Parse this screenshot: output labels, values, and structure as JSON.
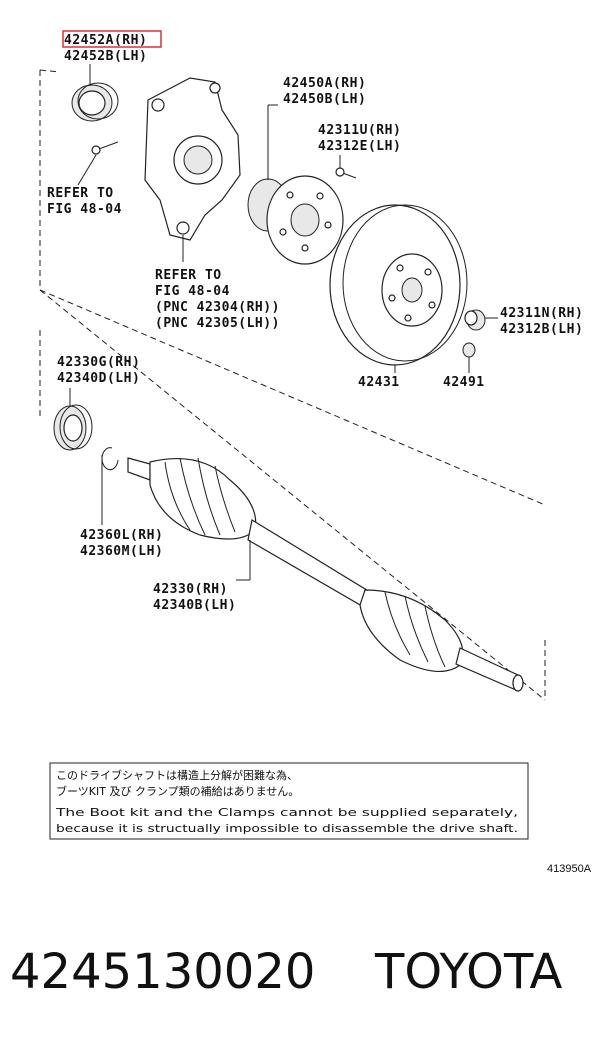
{
  "labels": {
    "p42452a": "42452A(RH)",
    "p42452b": "42452B(LH)",
    "p42450a": "42450A(RH)",
    "p42450b": "42450B(LH)",
    "p42311u": "42311U(RH)",
    "p42312e": "42312E(LH)",
    "refer1a": "REFER TO",
    "refer1b": "FIG 48-04",
    "refer2a": "REFER TO",
    "refer2b": "FIG 48-04",
    "refer2c": "(PNC 42304(RH))",
    "refer2d": "(PNC 42305(LH))",
    "p42311n": "42311N(RH)",
    "p42312b": "42312B(LH)",
    "p42431": "42431",
    "p42491": "42491",
    "p42330g": "42330G(RH)",
    "p42340d": "42340D(LH)",
    "p42360l": "42360L(RH)",
    "p42360m": "42360M(LH)",
    "p42330": "42330(RH)",
    "p42340b": "42340B(LH)"
  },
  "notice": {
    "line1": "このドライブシャフトは構造上分解が困難な為、",
    "line2": "ブーツKIT 及び クランプ類の補給はありません。",
    "line3": "The Boot kit and the Clamps cannot be supplied separately,",
    "line4": "because it is structually impossible to disassemble the drive shaft."
  },
  "figure_id": "413950A",
  "footer": {
    "part_number": "4245130020",
    "brand": "TOYOTA"
  },
  "highlight_color": "#e03030"
}
